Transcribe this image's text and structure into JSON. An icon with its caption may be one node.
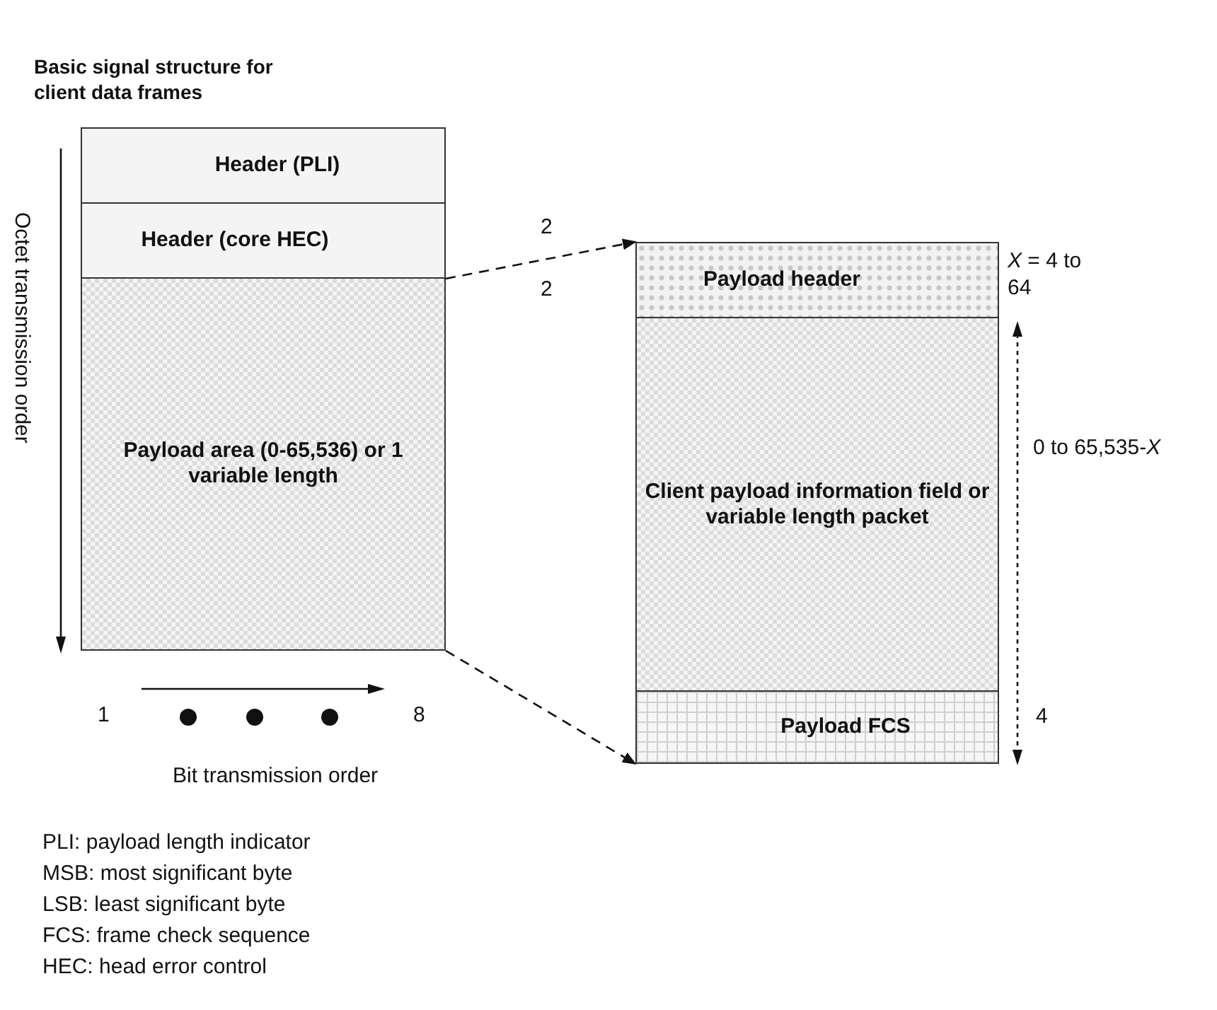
{
  "diagram": {
    "title": "Basic signal structure for client data frames",
    "nodes": [
      {
        "text": [
          "Header (PLI)"
        ]
      },
      {
        "text": [
          "Header (core HEC)"
        ]
      },
      {
        "text": [
          "Payload area (0-65,536) or 1 variable length"
        ]
      },
      {
        "text": [
          "Payload header"
        ]
      },
      {
        "text": [
          "Client payload information field or variable length packet"
        ]
      },
      {
        "text": [
          "Payload FCS"
        ]
      }
    ],
    "edges": [
      {
        "from": 1,
        "to": 3,
        "arrow": "to",
        "style": "dashed"
      },
      {
        "from": 2,
        "to": 5,
        "arrow": "to",
        "style": "dashed"
      }
    ],
    "labels": [
      "Octet transmission order",
      "2",
      "2",
      "*X* = 4 to 64",
      "0 to 65,535-*X*",
      "4",
      "1",
      "8",
      "Bit transmission order",
      "PLI: payload length indicator",
      "MSB: most significant byte",
      "LSB: least significant byte",
      "FCS: frame check sequence",
      "HEC: head error control"
    ]
  }
}
